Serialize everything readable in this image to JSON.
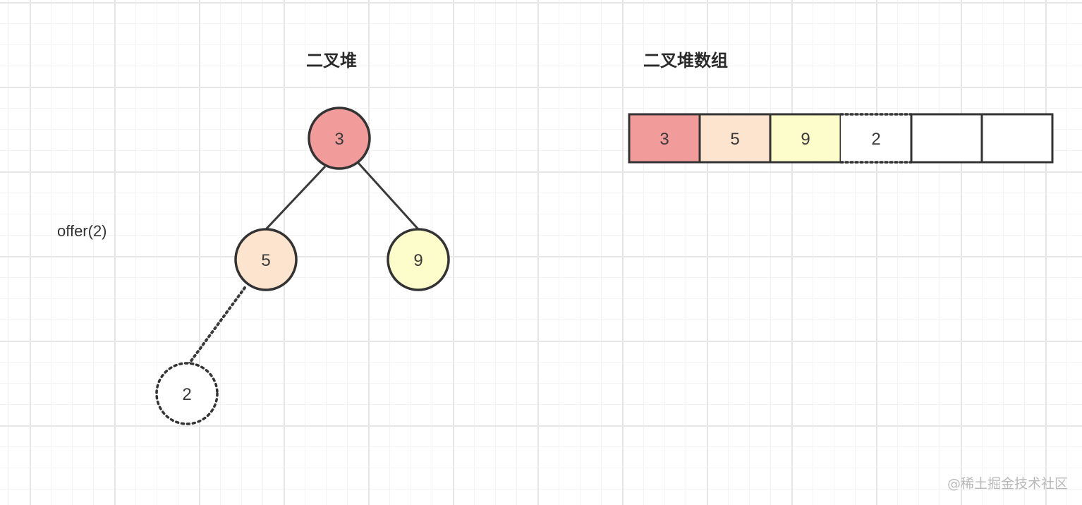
{
  "tree": {
    "title": "二叉堆",
    "operation": "offer(2)",
    "nodes": [
      {
        "id": "root",
        "label": "3",
        "color": "#f29b9b",
        "style": "solid"
      },
      {
        "id": "left",
        "label": "5",
        "color": "#fde4cf",
        "style": "solid"
      },
      {
        "id": "right",
        "label": "9",
        "color": "#fdfdcc",
        "style": "solid"
      },
      {
        "id": "new",
        "label": "2",
        "color": "#ffffff",
        "style": "dotted"
      }
    ],
    "edges": [
      {
        "from": "root",
        "to": "left",
        "style": "solid"
      },
      {
        "from": "root",
        "to": "right",
        "style": "solid"
      },
      {
        "from": "left",
        "to": "new",
        "style": "dotted"
      }
    ]
  },
  "array": {
    "title": "二叉堆数组",
    "cells": [
      {
        "label": "3",
        "color": "#f29b9b",
        "style": "solid"
      },
      {
        "label": "5",
        "color": "#fde4cf",
        "style": "solid"
      },
      {
        "label": "9",
        "color": "#fdfdcc",
        "style": "solid"
      },
      {
        "label": "2",
        "color": "#ffffff",
        "style": "dotted"
      },
      {
        "label": "",
        "color": "#ffffff",
        "style": "solid"
      },
      {
        "label": "",
        "color": "#ffffff",
        "style": "solid"
      }
    ]
  },
  "watermark": "@稀土掘金技术社区",
  "colors": {
    "stroke": "#333333",
    "edge": "#3a3a3a"
  }
}
